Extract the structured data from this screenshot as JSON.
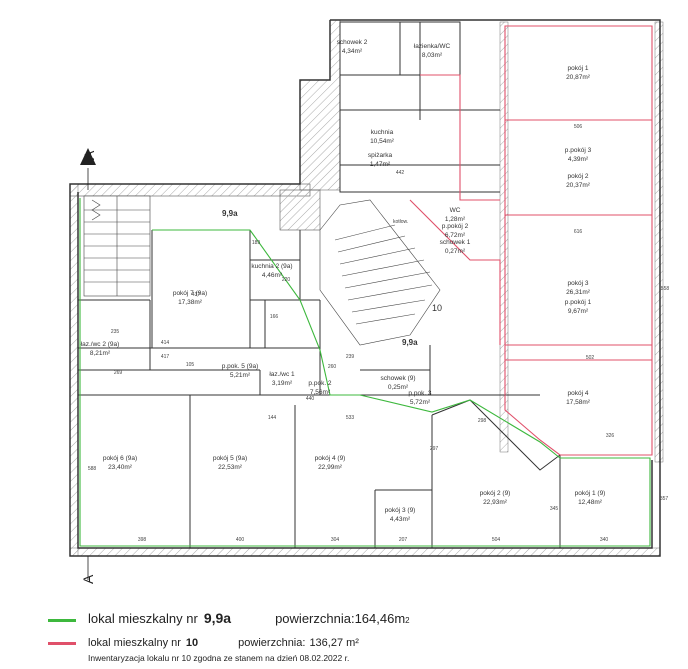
{
  "section_marker": "A",
  "colors": {
    "unit_9_9a": "#3db83d",
    "unit_10": "#e0506a",
    "walls": "#333333",
    "hatch": "#999999"
  },
  "rooms": [
    {
      "name": "pokój 7 (9a)",
      "area": "17,38m²"
    },
    {
      "name": "pokój 6 (9a)",
      "area": "23,40m²"
    },
    {
      "name": "pokój 5 (9a)",
      "area": "22,53m²"
    },
    {
      "name": "pokój 4 (9)",
      "area": "22,99m²"
    },
    {
      "name": "pokój 3 (9)",
      "area": "4,43m²"
    },
    {
      "name": "pokój 2 (9)",
      "area": "22,93m²"
    },
    {
      "name": "pokój 1 (9)",
      "area": "12,48m²"
    },
    {
      "name": "łaz./wc 2 (9a)",
      "area": "8,21m²"
    },
    {
      "name": "p.pok. 5 (9a)",
      "area": "5,21m²"
    },
    {
      "name": "p.pok. 2",
      "area": "7,56m²"
    },
    {
      "name": "p.pok. 3",
      "area": "5,72m²"
    },
    {
      "name": "schowek (9)",
      "area": "0,25m²"
    },
    {
      "name": "łaz./wc 1",
      "area": "3,19m²"
    },
    {
      "name": "kuchnia 2 (9a)",
      "area": "4,46m²"
    },
    {
      "name": "kuchnia",
      "area": "10,54m²"
    },
    {
      "name": "spiżarka",
      "area": "1,47m²"
    },
    {
      "name": "schowek 2",
      "area": "4,34m²"
    },
    {
      "name": "łazienka/WC",
      "area": "8,03m²"
    },
    {
      "name": "pokój 1",
      "area": "20,87m²"
    },
    {
      "name": "p.pokój 3",
      "area": "4,39m²"
    },
    {
      "name": "pokój 2",
      "area": "20,37m²"
    },
    {
      "name": "pokój 3",
      "area": "26,31m²"
    },
    {
      "name": "p.pokój 1",
      "area": "9,67m²"
    },
    {
      "name": "pokój 4",
      "area": "17,58m²"
    },
    {
      "name": "WC",
      "area": "1,28m²"
    },
    {
      "name": "p.pokój 2",
      "area": "6,72m²"
    },
    {
      "name": "schowek 1",
      "area": "0,27m²"
    }
  ],
  "labels": {
    "unit_9_9a_tag": "9,9a",
    "unit_10_tag": "10",
    "unit_9_9a_tag_lower": "9,9a",
    "kotlownia": "kotłow."
  },
  "dimensions": [
    "235",
    "414",
    "417",
    "437",
    "398",
    "400",
    "304",
    "207",
    "504",
    "340",
    "588",
    "558",
    "442",
    "533",
    "440",
    "144",
    "239",
    "260",
    "298",
    "326",
    "502",
    "616",
    "506",
    "357",
    "345",
    "297",
    "189",
    "220",
    "166",
    "269",
    "105"
  ],
  "legend": {
    "row1": {
      "label": "lokal mieszkalny nr",
      "number": "9,9a",
      "area_label": "powierzchnia:",
      "area_value": "164,46m",
      "area_sup": "2"
    },
    "row2": {
      "label": "lokal mieszkalny nr",
      "number": "10",
      "area_label": "powierzchnia:",
      "area_value": "136,27 m²"
    },
    "note": "Inwentaryzacja lokalu nr 10 zgodna ze stanem na dzień 08.02.2022 r."
  }
}
